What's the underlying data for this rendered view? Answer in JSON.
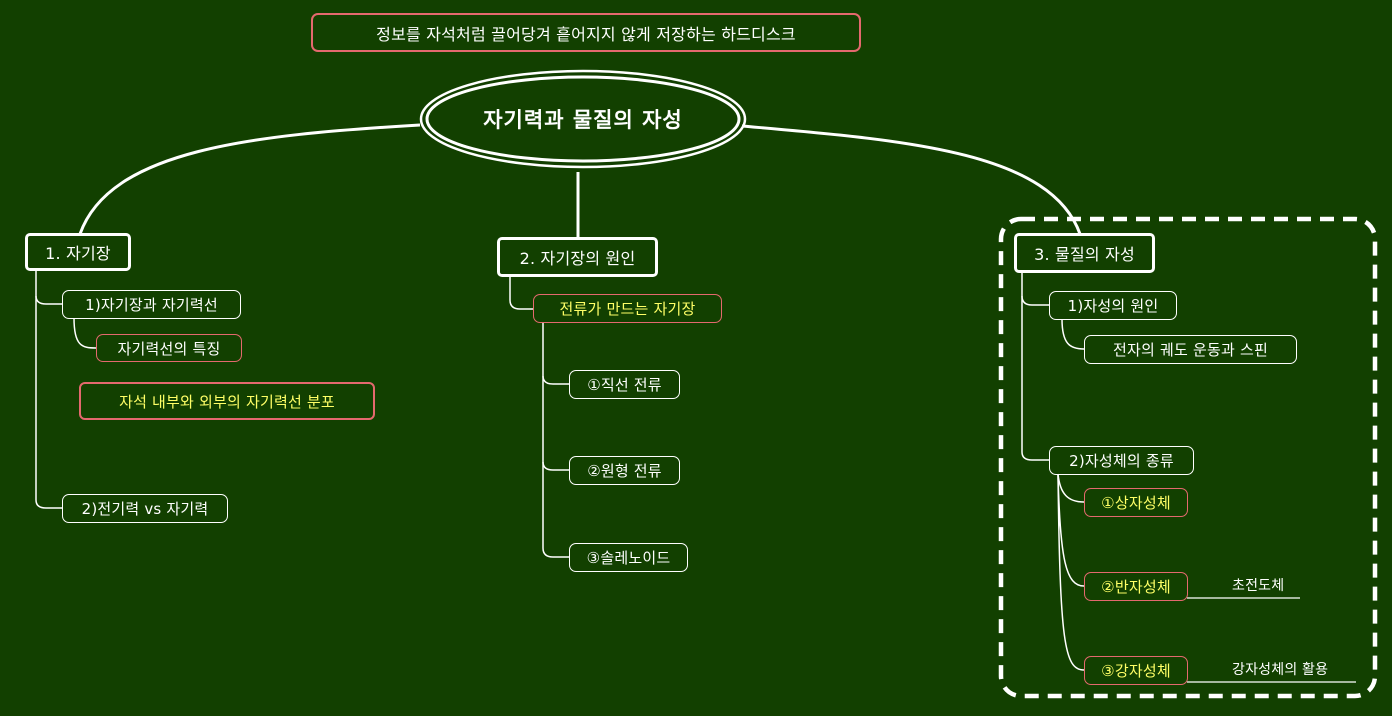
{
  "root": {
    "label": "자기력과 물질의 자성"
  },
  "note": {
    "label": "정보를 자석처럼 끌어당겨 흩어지지 않게 저장하는 하드디스크"
  },
  "branch1": {
    "label": "1. 자기장",
    "sub1": "1)자기장과 자기력선",
    "sub1a": "자기력선의 특징",
    "sub1b": "자석 내부와 외부의 자기력선 분포",
    "sub2": "2)전기력 vs 자기력"
  },
  "branch2": {
    "label": "2. 자기장의 원인",
    "sub1": "전류가 만드는 자기장",
    "item1": "①직선 전류",
    "item2": "②원형 전류",
    "item3": "③솔레노이드"
  },
  "branch3": {
    "label": "3. 물질의 자성",
    "sub1": "1)자성의 원인",
    "sub1a": "전자의 궤도 운동과 스핀",
    "sub2": "2)자성체의 종류",
    "item1": "①상자성체",
    "item2": "②반자성체",
    "item2note": "초전도체",
    "item3": "③강자성체",
    "item3note": "강자성체의 활용"
  },
  "colors": {
    "background": "#124000",
    "line": "#ffffff",
    "accent_border": "#e4696e",
    "highlight_text": "#ffff66"
  }
}
